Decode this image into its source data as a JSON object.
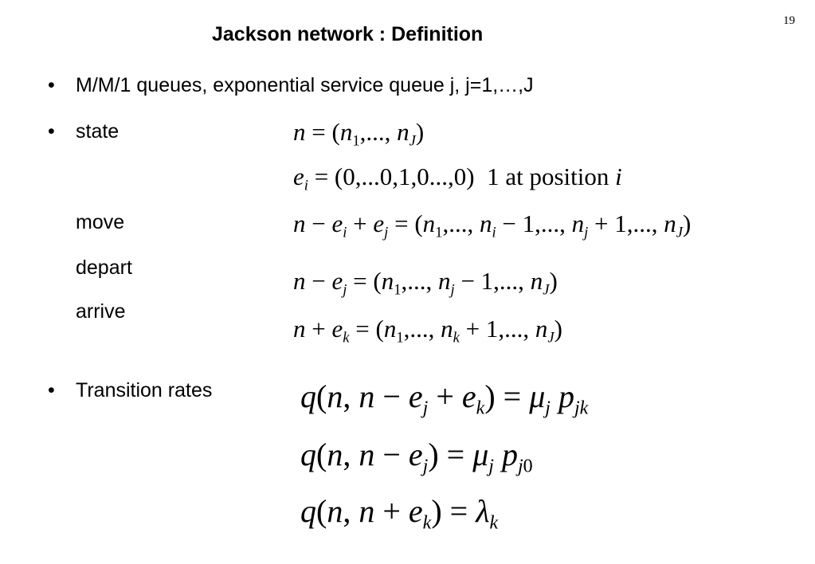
{
  "page_number": "19",
  "title": "Jackson network : Definition",
  "bullets": {
    "mm1": {
      "marker": "•",
      "text": "M/M/1 queues, exponential service queue j, j=1,…,J"
    },
    "state": {
      "marker": "•",
      "text": "state"
    },
    "rates": {
      "marker": "•",
      "text": "Transition rates"
    }
  },
  "labels": {
    "move": "move",
    "depart": "depart",
    "arrive": "arrive"
  },
  "equations": {
    "state": "n = (n1,..., nJ)",
    "unit_vector": "ei = (0,...0,1,0...,0)  1 at position i",
    "move": "n − ei + ej = (n1,..., ni − 1,..., nj + 1,..., nJ)",
    "depart": "n − ej = (n1,..., nj − 1,..., nJ)",
    "arrive": "n + ek = (n1,..., nk + 1,..., nJ)",
    "rate_move": "q(n, n − ej + ek) = μj pjk",
    "rate_depart": "q(n, n − ej) = μj pj0",
    "rate_arrive": "q(n, n + ek) = λk"
  }
}
